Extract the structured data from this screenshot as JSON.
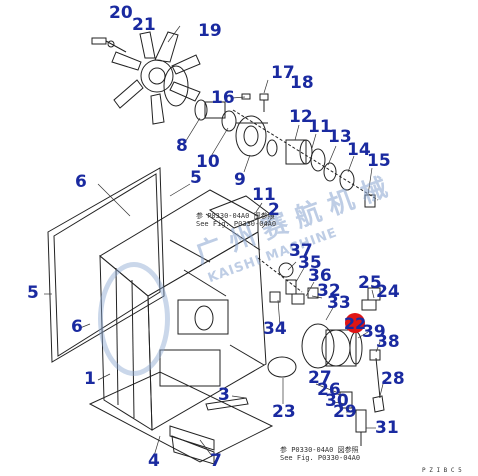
{
  "callouts": {
    "c1": "1",
    "c2": "2",
    "c3": "3",
    "c4": "4",
    "c5a": "5",
    "c5b": "5",
    "c6a": "6",
    "c6b": "6",
    "c7": "7",
    "c8": "8",
    "c9": "9",
    "c10": "10",
    "c11a": "11",
    "c11b": "11",
    "c12": "12",
    "c13": "13",
    "c14": "14",
    "c15": "15",
    "c16": "16",
    "c17": "17",
    "c18": "18",
    "c19": "19",
    "c20": "20",
    "c21": "21",
    "c22": "22",
    "c23": "23",
    "c24": "24",
    "c25": "25",
    "c26": "26",
    "c27": "27",
    "c28": "28",
    "c29": "29",
    "c30": "30",
    "c31": "31",
    "c32": "32",
    "c33": "33",
    "c34": "34",
    "c35": "35",
    "c36": "36",
    "c37": "37",
    "c38": "38",
    "c39": "39"
  },
  "notes": {
    "ref_top_line1": "参 P0330-04A0 图参照",
    "ref_top_line2": "See Fig. P0330-04A0",
    "ref_bottom_line1": "参 P0330-04A0 図参照",
    "ref_bottom_line2": "See Fig. P0330-04A0",
    "page_code": "P Z I B C 5"
  },
  "watermark": {
    "text_cn": "广 州 赛 航 机 械",
    "text_en": "KAISHI MACHINE"
  },
  "colors": {
    "callout": "#1a2aa0",
    "highlight": "#e01515",
    "line": "#222222",
    "watermark": "#8aa6d0"
  }
}
